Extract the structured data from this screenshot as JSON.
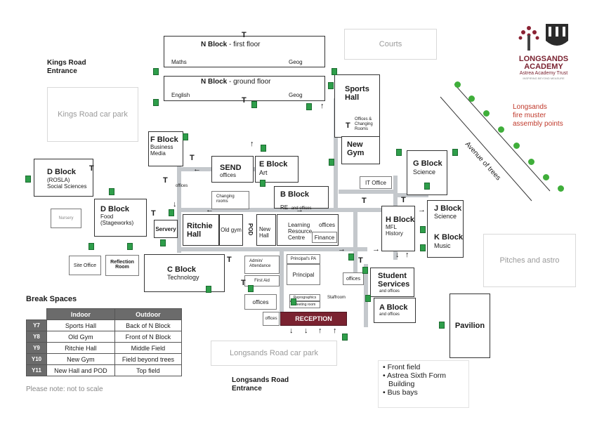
{
  "logo": {
    "name": "LONGSANDS",
    "line2": "ACADEMY",
    "trust": "Astrea Academy Trust",
    "tagline": "INSPIRING BEYOND MEASURE"
  },
  "entrances": {
    "kings": [
      "Kings Road",
      "Entrance"
    ],
    "longsands": [
      "Longsands Road",
      "Entrance"
    ]
  },
  "outdoor": {
    "courts": "Courts",
    "kings_car_park": "Kings Road car park",
    "longsands_car_park": "Longsands Road car park",
    "pitches": "Pitches and astro",
    "avenue": "Avenue of trees",
    "muster": [
      "Longsands",
      "fire muster",
      "assembly points"
    ]
  },
  "toilet": "T",
  "n_block": {
    "first_floor": {
      "title": "N Block",
      "suffix": "- first floor",
      "left": "Maths",
      "right": "Geog"
    },
    "ground_floor": {
      "title": "N Block",
      "suffix": "- ground floor",
      "left": "English",
      "right": "Geog"
    }
  },
  "blocks": {
    "sports_hall": {
      "name": [
        "Sports",
        "Hall"
      ],
      "sub": "Offices & Changing Rooms"
    },
    "new_gym": [
      "New",
      "Gym"
    ],
    "f_block": {
      "name": "F Block",
      "sub": [
        "Business",
        "Media"
      ]
    },
    "send": {
      "name": "SEND",
      "sub": "offices"
    },
    "e_block": {
      "name": "E Block",
      "sub": "Art"
    },
    "d_block_ss": {
      "name": "D Block",
      "sub": [
        "(ROSLA)",
        "Social Sciences"
      ]
    },
    "d_block_food": {
      "name": "D Block",
      "sub": [
        "Food",
        "(Stageworks)"
      ]
    },
    "nursery": "Nursery",
    "offices_small": "offices",
    "changing_rooms": [
      "Changing",
      "rooms"
    ],
    "b_block": {
      "name": "B Block",
      "sub": "RE",
      "sub2": "and offices"
    },
    "it_office": "IT Office",
    "g_block": {
      "name": "G Block",
      "sub": "Science"
    },
    "j_block": {
      "name": "J Block",
      "sub": "Science"
    },
    "k_block": {
      "name": "K Block",
      "sub": "Music"
    },
    "h_block": {
      "name": "H Block",
      "sub": [
        "MFL",
        "History"
      ]
    },
    "servery": "Servery",
    "ritchie_hall": [
      "Ritchie",
      "Hall"
    ],
    "old_gym": "Old gym",
    "pod": "POD",
    "new_hall": [
      "New",
      "Hall"
    ],
    "lrc": [
      "Learning",
      "Resource",
      "Centre"
    ],
    "offices_lrc": "offices",
    "finance": "Finance",
    "site_office": "Site Office",
    "reflection_room": [
      "Reflection",
      "Room"
    ],
    "c_block": {
      "name": "C Block",
      "sub": "Technology"
    },
    "admin": [
      "Admin/",
      "Attendance"
    ],
    "principals_pa": "Principal's PA",
    "principal": "Principal",
    "first_aid": "First Aid",
    "offices_a": "offices",
    "offices_b": "offices",
    "offices_c": "offices",
    "reprographics": "Reprographics",
    "meeting_room": "Meeting room",
    "staffroom": "Staffroom",
    "reception": "RECEPTION",
    "student_services": {
      "name": [
        "Student",
        "Services"
      ],
      "sub": "and offices"
    },
    "a_block": {
      "name": "A Block",
      "sub": "and offices"
    },
    "pavilion": "Pavilion"
  },
  "break_spaces": {
    "title": "Break Spaces",
    "headers": [
      "Indoor",
      "Outdoor"
    ],
    "rows": [
      {
        "year": "Y7",
        "indoor": "Sports Hall",
        "outdoor": "Back of N Block"
      },
      {
        "year": "Y8",
        "indoor": "Old Gym",
        "outdoor": "Front of N Block"
      },
      {
        "year": "Y9",
        "indoor": "Ritchie Hall",
        "outdoor": "Middle Field"
      },
      {
        "year": "Y10",
        "indoor": "New Gym",
        "outdoor": "Field beyond trees"
      },
      {
        "year": "Y11",
        "indoor": "New Hall and POD",
        "outdoor": "Top field"
      }
    ]
  },
  "note": "Please note: not to scale",
  "bullets": [
    "Front field",
    "Astrea Sixth Form",
    "Building",
    "Bus bays"
  ],
  "colors": {
    "reception": "#7a2230",
    "path": "#c4c8cc",
    "exit": "#2e9e4a",
    "tree": "#3fae3a",
    "muster": "#c0392b"
  }
}
